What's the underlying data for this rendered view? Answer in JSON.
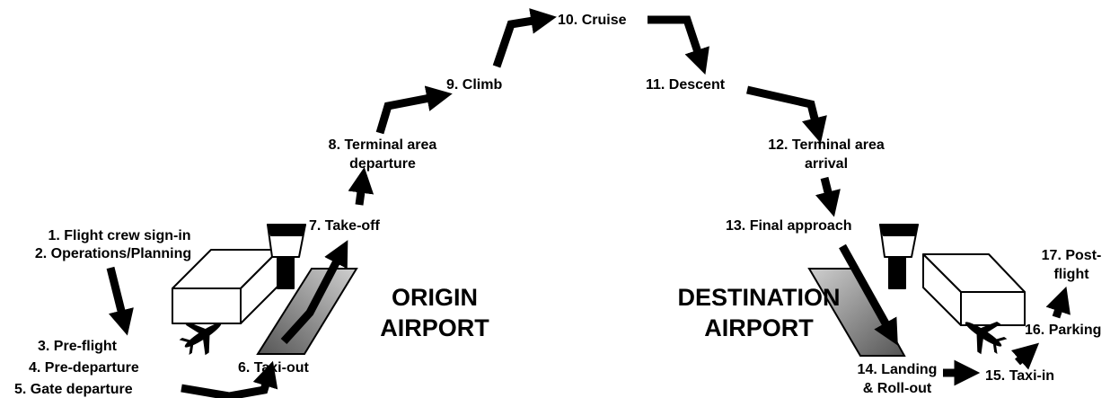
{
  "phases": {
    "p1": "1. Flight crew sign-in",
    "p2": "2. Operations/Planning",
    "p3": "3. Pre-flight",
    "p4": "4. Pre-departure",
    "p5": "5. Gate departure",
    "p6": "6. Taxi-out",
    "p7": "7. Take-off",
    "p8a": "8. Terminal area",
    "p8b": "departure",
    "p9": "9. Climb",
    "p10": "10. Cruise",
    "p11": "11. Descent",
    "p12a": "12. Terminal area",
    "p12b": "arrival",
    "p13": "13. Final approach",
    "p14a": "14. Landing",
    "p14b": "& Roll-out",
    "p15": "15. Taxi-in",
    "p16": "16. Parking",
    "p17a": "17. Post-",
    "p17b": "flight"
  },
  "airports": {
    "origin_a": "ORIGIN",
    "origin_b": "AIRPORT",
    "dest_a": "DESTINATION",
    "dest_b": "AIRPORT"
  },
  "colors": {
    "ink": "#000000",
    "runway_dark": "#555555",
    "runway_light": "#cfcfcf"
  }
}
